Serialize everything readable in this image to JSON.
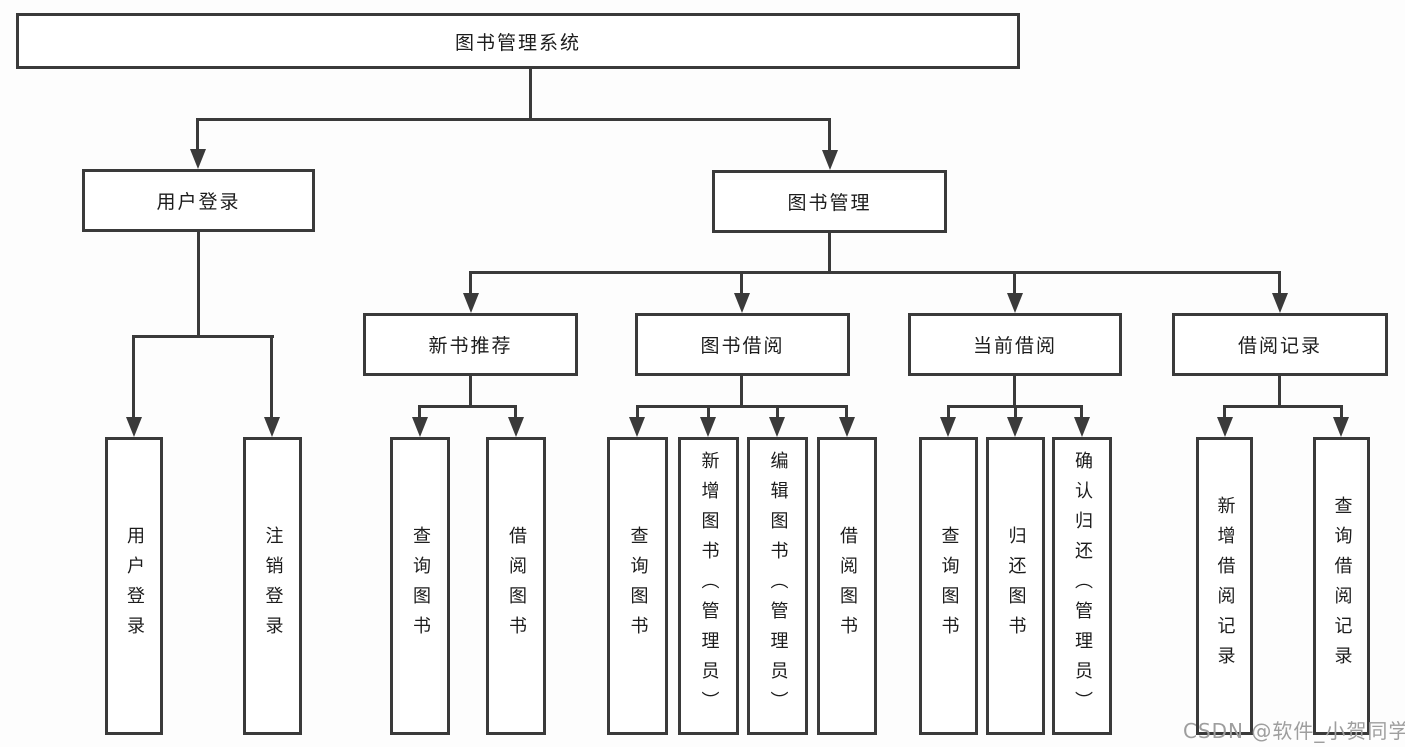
{
  "colors": {
    "line": "#3a3a3a",
    "node_border": "#3a3a3a",
    "node_text": "#1c1c1c",
    "node_background": "#ffffff",
    "watermark": "#9e9e9e"
  },
  "watermark": {
    "text": "CSDN @软件_小贺同学"
  },
  "tree": {
    "root": {
      "label": "图书管理系统",
      "children": [
        {
          "label": "用户登录",
          "children": [
            {
              "label": "用户登录"
            },
            {
              "label": "注销登录"
            }
          ]
        },
        {
          "label": "图书管理",
          "children": [
            {
              "label": "新书推荐",
              "children": [
                {
                  "label": "查询图书"
                },
                {
                  "label": "借阅图书"
                }
              ]
            },
            {
              "label": "图书借阅",
              "children": [
                {
                  "label": "查询图书"
                },
                {
                  "label": "新增图书（管理员）"
                },
                {
                  "label": "编辑图书（管理员）"
                },
                {
                  "label": "借阅图书"
                }
              ]
            },
            {
              "label": "当前借阅",
              "children": [
                {
                  "label": "查询图书"
                },
                {
                  "label": "归还图书"
                },
                {
                  "label": "确认归还（管理员）"
                }
              ]
            },
            {
              "label": "借阅记录",
              "children": [
                {
                  "label": "新增借阅记录"
                },
                {
                  "label": "查询借阅记录"
                }
              ]
            }
          ]
        }
      ]
    }
  }
}
